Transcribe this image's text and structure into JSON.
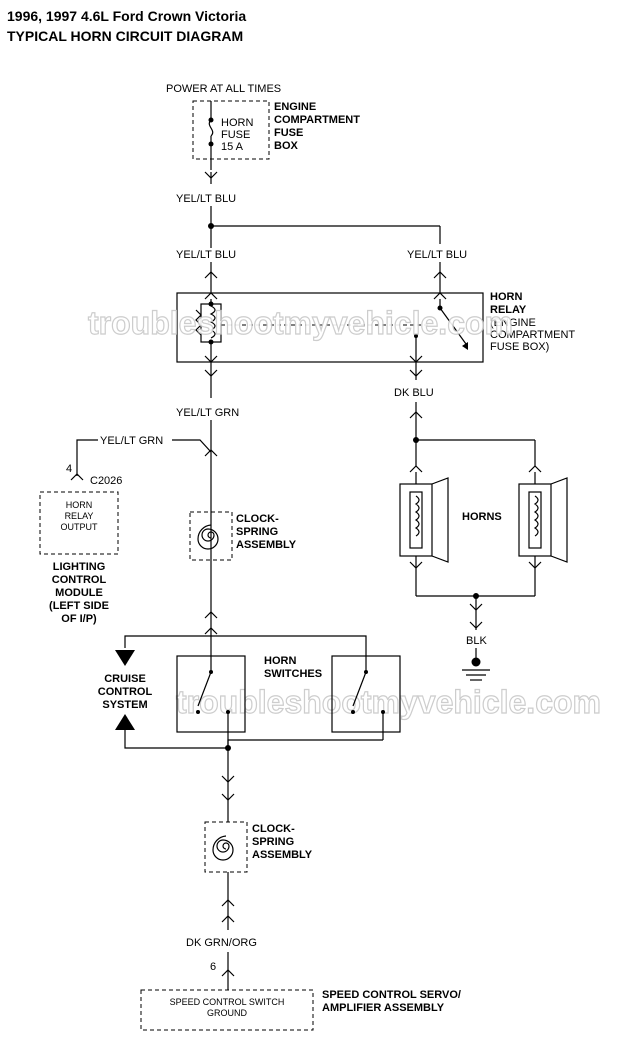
{
  "header": {
    "title_line1": "1996, 1997 4.6L Ford Crown Victoria",
    "title_line2": "TYPICAL HORN CIRCUIT DIAGRAM"
  },
  "watermark": "troubleshootmyvehicle.com",
  "power_label": "POWER AT ALL TIMES",
  "fuse": {
    "line1": "HORN",
    "line2": "FUSE",
    "line3": "15 A",
    "box_label_1": "ENGINE",
    "box_label_2": "COMPARTMENT",
    "box_label_3": "FUSE",
    "box_label_4": "BOX"
  },
  "wires": {
    "yel_lt_blu_top": "YEL/LT BLU",
    "yel_lt_blu_left": "YEL/LT BLU",
    "yel_lt_blu_right": "YEL/LT BLU",
    "yel_lt_grn": "YEL/LT GRN",
    "yel_lt_grn_left": "YEL/LT GRN",
    "dk_blu": "DK BLU",
    "blk": "BLK",
    "dk_grn_org": "DK GRN/ORG"
  },
  "relay": {
    "label_1": "HORN",
    "label_2": "RELAY",
    "label_3": "(ENGINE",
    "label_4": "COMPARTMENT",
    "label_5": "FUSE BOX)"
  },
  "horns_label": "HORNS",
  "lcm": {
    "pin": "4",
    "connector": "C2026",
    "inner_1": "HORN",
    "inner_2": "RELAY",
    "inner_3": "OUTPUT",
    "name_1": "LIGHTING",
    "name_2": "CONTROL",
    "name_3": "MODULE",
    "name_4": "(LEFT SIDE",
    "name_5": "OF I/P)"
  },
  "clockspring_upper": {
    "line1": "CLOCK-",
    "line2": "SPRING",
    "line3": "ASSEMBLY"
  },
  "clockspring_lower": {
    "line1": "CLOCK-",
    "line2": "SPRING",
    "line3": "ASSEMBLY"
  },
  "horn_switches": {
    "line1": "HORN",
    "line2": "SWITCHES"
  },
  "cruise": {
    "line1": "CRUISE",
    "line2": "CONTROL",
    "line3": "SYSTEM"
  },
  "speed_control": {
    "pin": "6",
    "inner_1": "SPEED CONTROL SWITCH",
    "inner_2": "GROUND",
    "name_1": "SPEED CONTROL SERVO/",
    "name_2": "AMPLIFIER ASSEMBLY"
  }
}
